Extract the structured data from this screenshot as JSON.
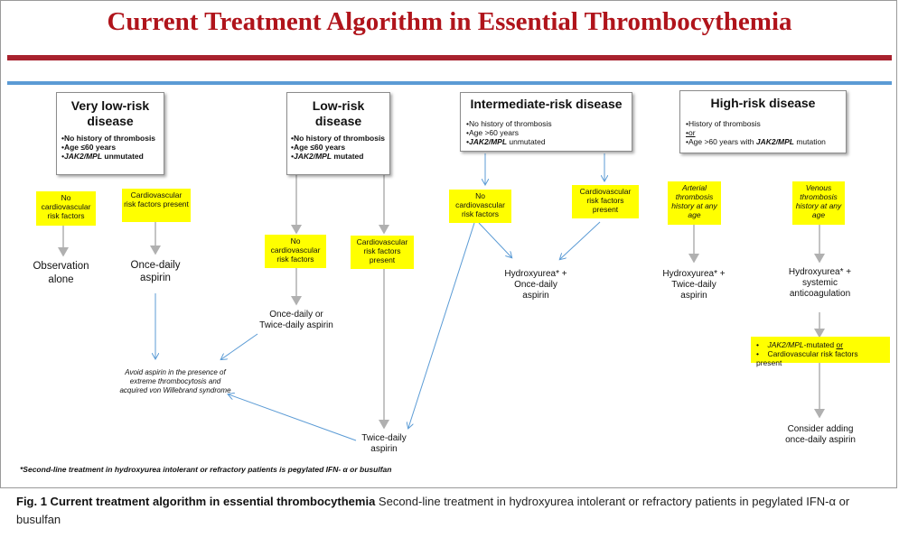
{
  "title": "Current Treatment Algorithm in Essential Thrombocythemia",
  "columns": {
    "very_low": {
      "title": "Very low-risk disease",
      "criteria": [
        "•No history of thrombosis",
        "•Age ≤60 years",
        "unmutated"
      ],
      "criteria_gene": "•JAK2/MPL",
      "branch_a": "No cardiovascular risk factors",
      "branch_b": "Cardiovascular risk factors present",
      "outcome_a": "Observation alone",
      "outcome_b": "Once-daily aspirin"
    },
    "low": {
      "title": "Low-risk disease",
      "criteria": [
        "•No history of thrombosis",
        "•Age ≤60 years",
        "mutated"
      ],
      "criteria_gene": "•JAK2/MPL",
      "branch_a": "No cardiovascular risk factors",
      "branch_b": "Cardiovascular risk factors present",
      "outcome_a": "Once-daily or Twice-daily aspirin",
      "outcome_b": "Twice-daily aspirin"
    },
    "intermediate": {
      "title": "Intermediate-risk disease",
      "criteria": [
        "•No history of thrombosis",
        "•Age >60 years",
        "unmutated"
      ],
      "criteria_gene": "•JAK2/MPL",
      "branch_a": "No cardiovascular risk factors",
      "branch_b": "Cardiovascular risk factors present",
      "outcome": "Hydroxyurea* + Once-daily aspirin"
    },
    "high": {
      "title": "High-risk disease",
      "criteria_1": "•History of thrombosis",
      "criteria_or": "•or",
      "criteria_2": "•Age >60 years with",
      "criteria_gene": "JAK2/MPL",
      "criteria_3": "mutation",
      "branch_a": "Arterial thrombosis history at any age",
      "branch_b": "Venous thrombosis history at any age",
      "outcome_a": "Hydroxyurea* + Twice-daily aspirin",
      "outcome_b": "Hydroxyurea* + systemic anticoagulation",
      "condition_1_gene": "JAK2/MPL",
      "condition_1_rest": "-mutated",
      "condition_1_or": "or",
      "condition_2": "Cardiovascular risk factors present",
      "final": "Consider adding once-daily aspirin"
    }
  },
  "center_note": "Avoid aspirin in the presence of extreme thrombocytosis and acquired von Willebrand syndrome",
  "footnote": "*Second-line treatment in hydroxyurea intolerant or refractory patients is pegylated IFN- α or busulfan",
  "caption_bold": "Fig. 1 Current treatment algorithm in essential thrombocythemia",
  "caption_text": "Second-line treatment in hydroxyurea intolerant or refractory patients in pegylated IFN-α or busulfan",
  "colors": {
    "title": "#b0141b",
    "highlight": "#ffff00",
    "arrow": "#5b9bd5",
    "gray_arrow": "#b0b0b0"
  }
}
